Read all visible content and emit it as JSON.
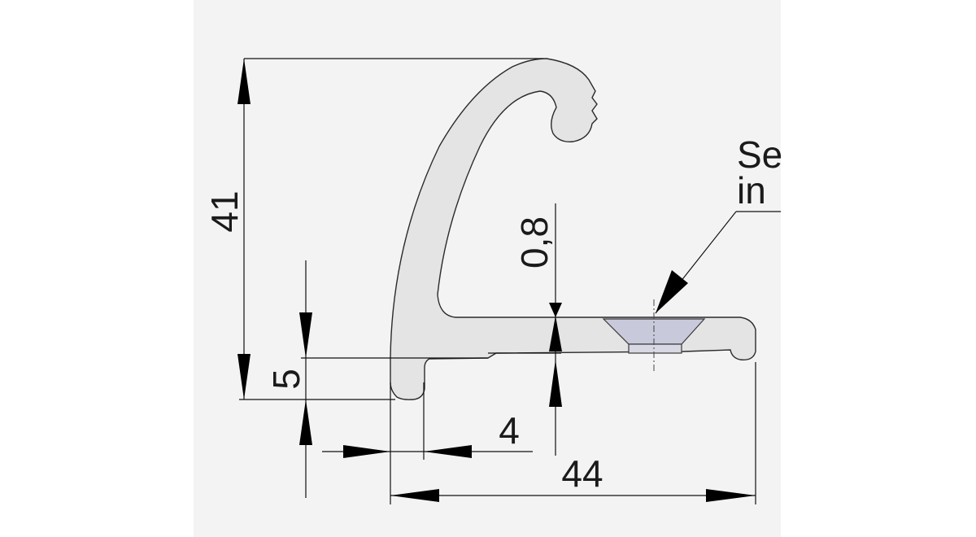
{
  "drawing": {
    "dimensions": {
      "height_total": "41",
      "base_height": "5",
      "wall_thickness": "0,8",
      "foot_width": "4",
      "total_width": "44"
    },
    "callout": {
      "line1": "Se",
      "line2": "in"
    },
    "colors": {
      "profile_fill": "#e4e4e4",
      "profile_stroke": "#2a2a2a",
      "screw_fill": "#c9c9dc",
      "background_panel": "#f3f3f3"
    }
  }
}
